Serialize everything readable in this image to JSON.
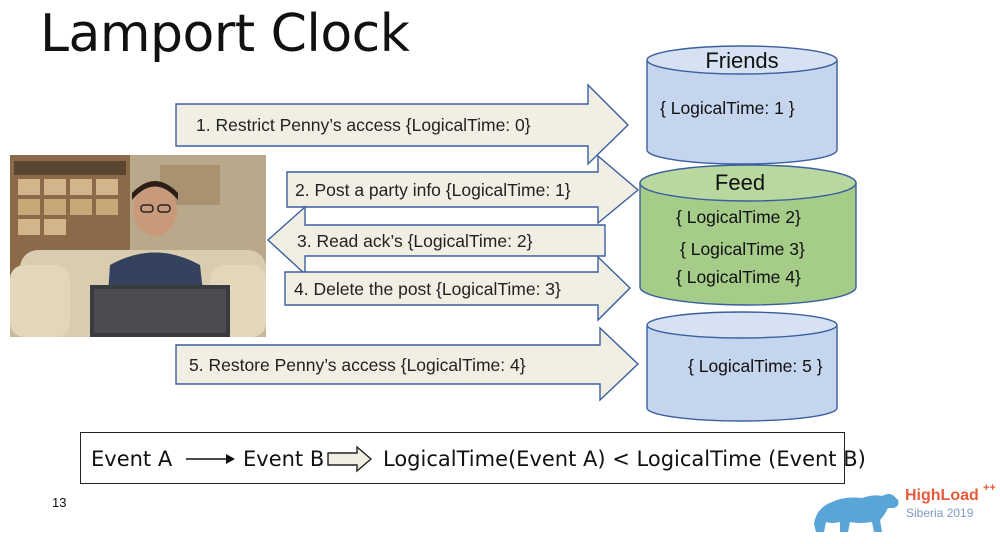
{
  "slide": {
    "title": "Lamport Clock",
    "page_number": "13"
  },
  "arrows": [
    {
      "label": "1.    Restrict Penny’s access {LogicalTime: 0}",
      "direction": "right"
    },
    {
      "label": "2. Post a party info {LogicalTime: 1}",
      "direction": "right"
    },
    {
      "label": "3. Read ack’s {LogicalTime: 2}",
      "direction": "left"
    },
    {
      "label": "4. Delete the post {LogicalTime: 3}",
      "direction": "right"
    },
    {
      "label": "5. Restore Penny’s access {LogicalTime: 4}",
      "direction": "right"
    }
  ],
  "databases": [
    {
      "title": "Friends",
      "entries": [
        "{ LogicalTime: 1  }"
      ],
      "color": "#c5d5ee"
    },
    {
      "title": "Feed",
      "entries": [
        "{ LogicalTime 2}",
        " { LogicalTime 3}",
        "{ LogicalTime 4}"
      ],
      "color": "#a6cc8a"
    },
    {
      "title": "",
      "entries": [
        "{ LogicalTime: 5 }"
      ],
      "color": "#c5d5ee"
    }
  ],
  "legend": {
    "event_a": "Event A",
    "event_b": "Event B",
    "formula": "LogicalTime(Event A) < LogicalTime (Event B)"
  },
  "branding": {
    "name": "HighLoad",
    "plus": "++",
    "subtitle": "Siberia 2019"
  },
  "colors": {
    "arrow_fill": "#f1efe3",
    "arrow_stroke": "#3b5f9e",
    "db_stroke": "#3b5f9e",
    "brand_orange": "#e85a3c",
    "brand_blue": "#5aa5d8"
  }
}
